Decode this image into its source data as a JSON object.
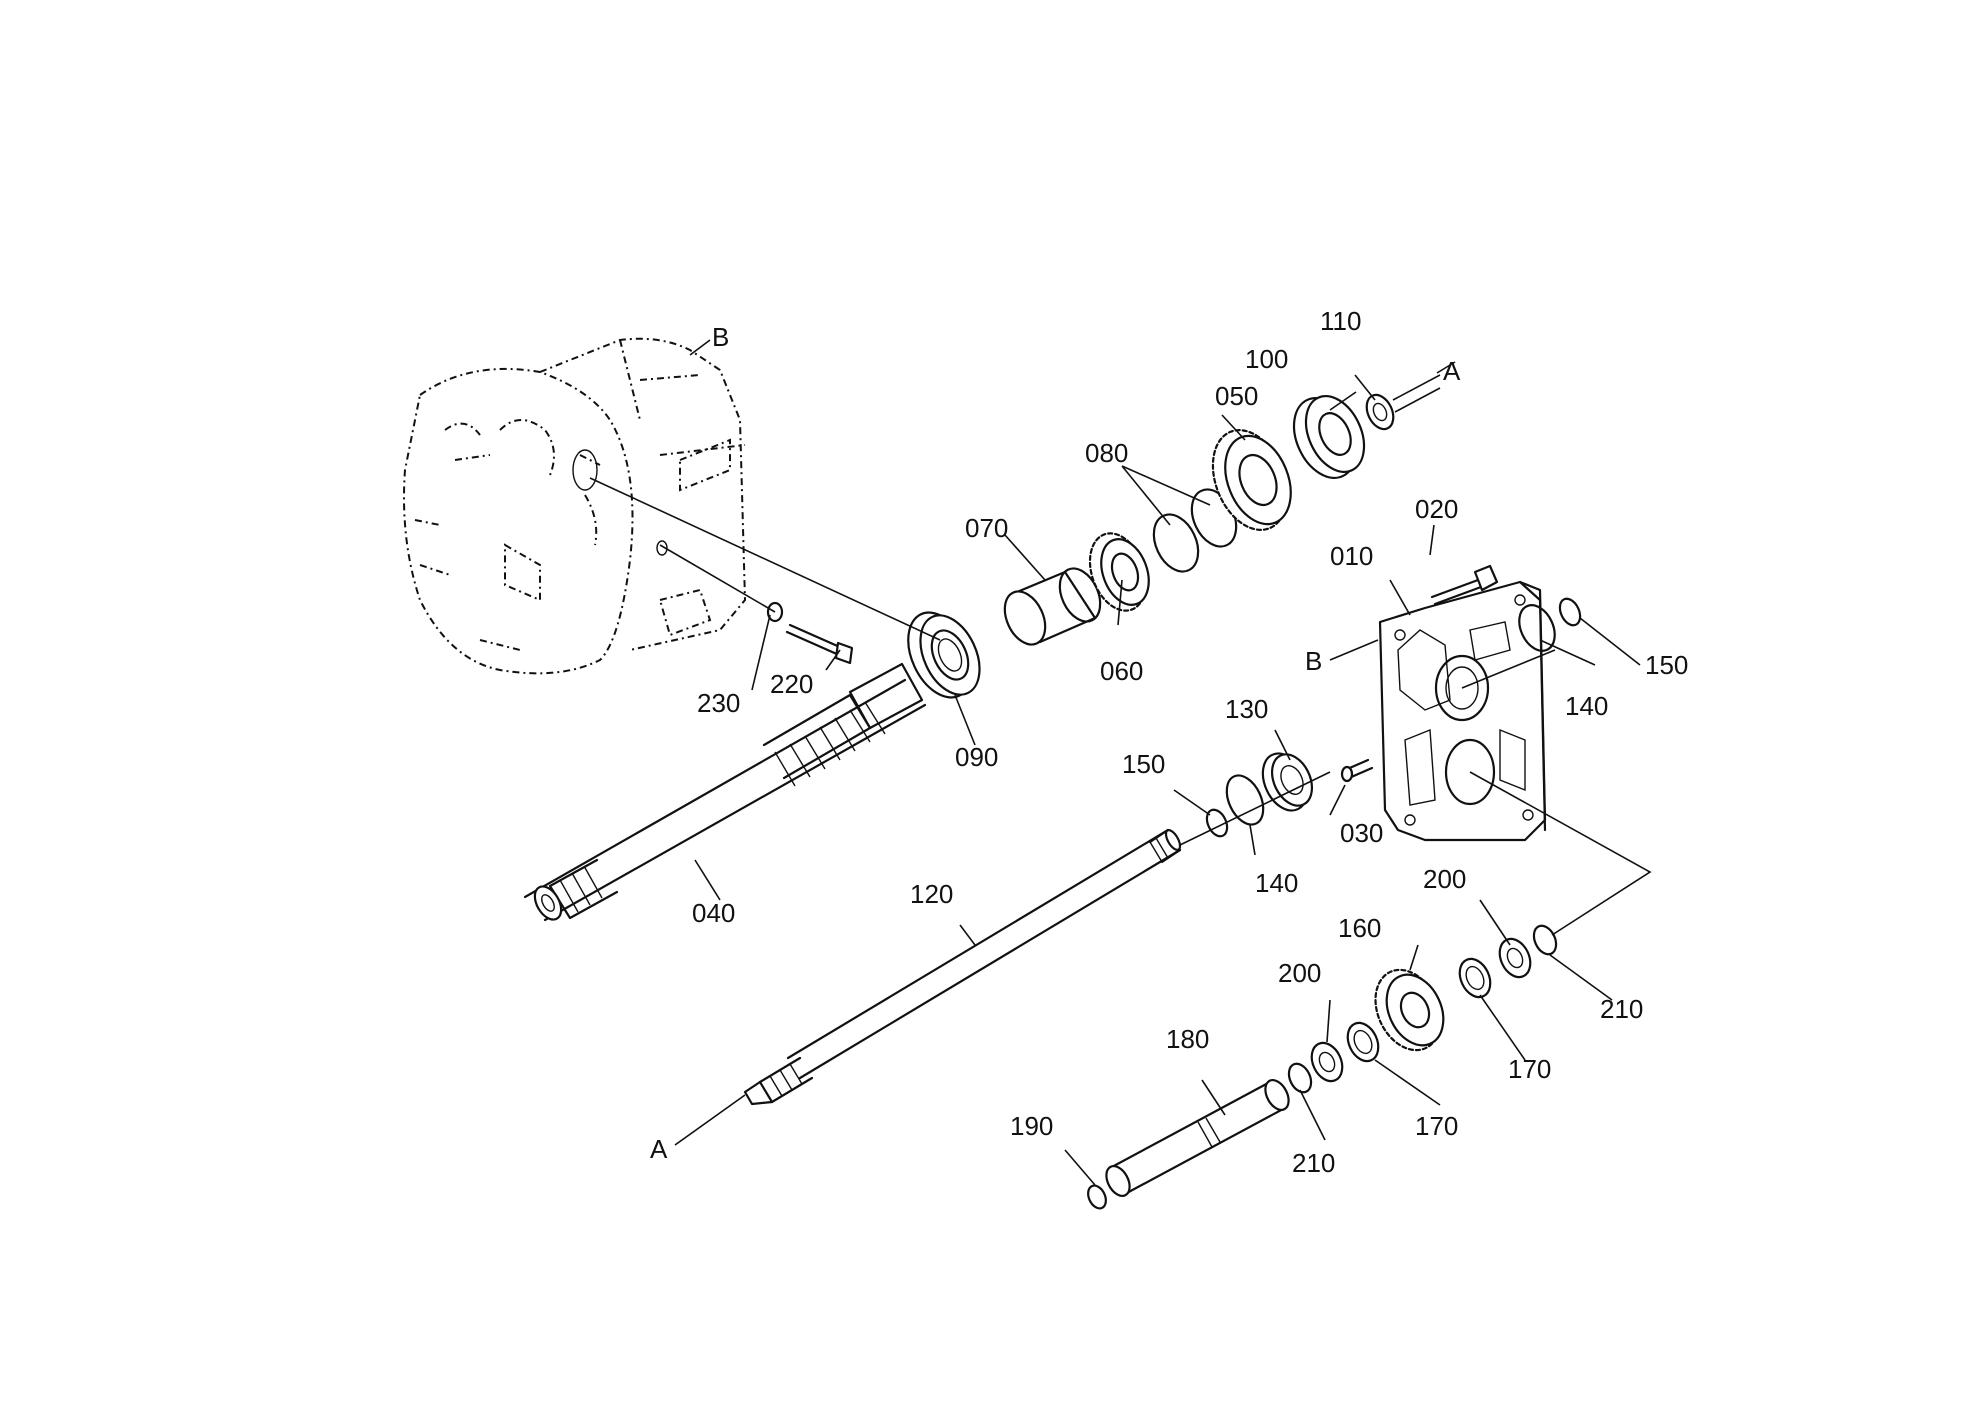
{
  "callouts": {
    "c010": "010",
    "c020": "020",
    "c030": "030",
    "c040": "040",
    "c050": "050",
    "c060": "060",
    "c070": "070",
    "c080": "080",
    "c090": "090",
    "c100": "100",
    "c110": "110",
    "c120": "120",
    "c130": "130",
    "c140a": "140",
    "c140b": "140",
    "c150a": "150",
    "c150b": "150",
    "c160": "160",
    "c170a": "170",
    "c170b": "170",
    "c180": "180",
    "c190": "190",
    "c200a": "200",
    "c200b": "200",
    "c210a": "210",
    "c210b": "210",
    "c220": "220",
    "c230": "230"
  },
  "refs": {
    "a_top": "A",
    "a_bottom": "A",
    "b_housing": "B",
    "b_cover": "B"
  }
}
